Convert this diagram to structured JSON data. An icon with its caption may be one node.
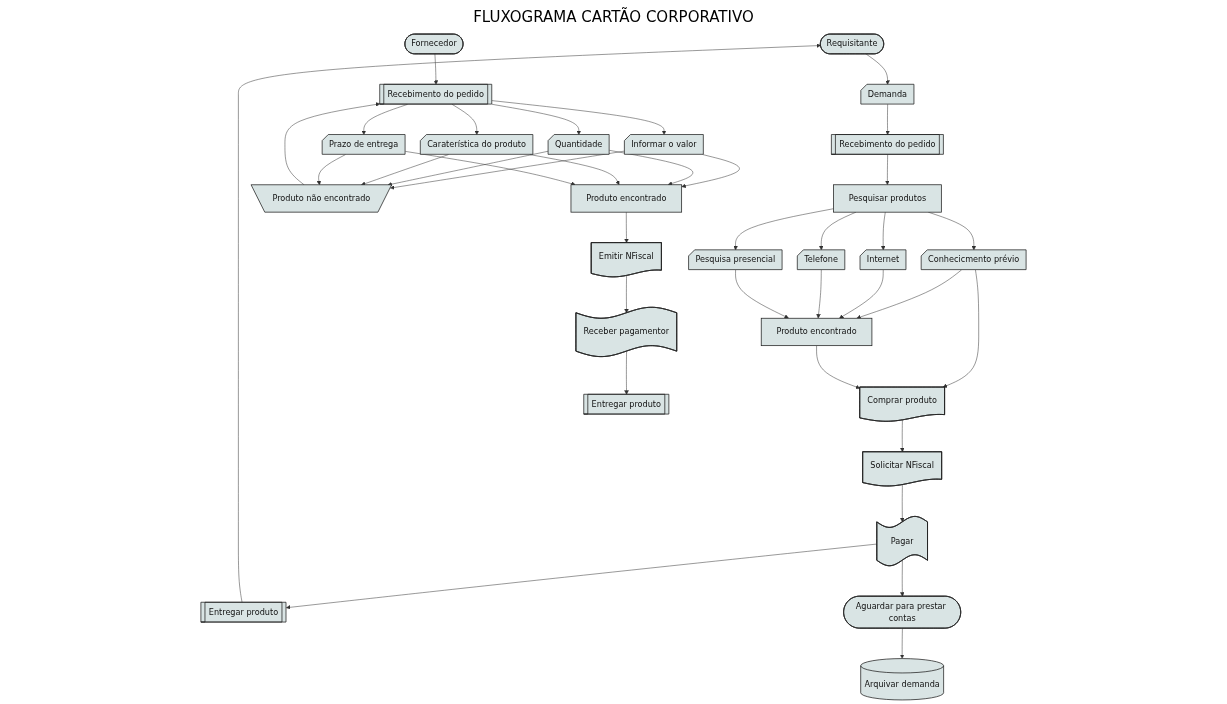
{
  "diagram": {
    "title": "FLUXOGRAMA CARTÃO CORPORATIVO",
    "nodes": [
      {
        "text": [
          "Requisitante"
        ]
      },
      {
        "text": [
          "Demanda"
        ]
      },
      {
        "text": [
          "Recebimento do pedido"
        ]
      },
      {
        "text": [
          "Pesquisar produtos"
        ]
      },
      {
        "text": [
          "Conhecicmento prévio"
        ]
      },
      {
        "text": [
          "Internet"
        ]
      },
      {
        "text": [
          "Telefone"
        ]
      },
      {
        "text": [
          "Pesquisa presencial"
        ]
      },
      {
        "text": [
          "Produto encontrado"
        ]
      },
      {
        "text": [
          "Comprar produto"
        ]
      },
      {
        "text": [
          "Solicitar NFiscal"
        ]
      },
      {
        "text": [
          "Pagar"
        ]
      },
      {
        "text": [
          "Entregar produto"
        ]
      },
      {
        "text": [
          "Aguardar para prestar contas"
        ]
      },
      {
        "text": [
          "Arquivar demanda"
        ]
      },
      {
        "text": [
          "Fornecedor"
        ]
      },
      {
        "text": [
          "Recebimento do pedido"
        ]
      },
      {
        "text": [
          "Informar o valor"
        ]
      },
      {
        "text": [
          "Quantidade"
        ]
      },
      {
        "text": [
          "Caraterística do produto"
        ]
      },
      {
        "text": [
          "Prazo de entrega"
        ]
      },
      {
        "text": [
          "Produto não encontrado"
        ]
      },
      {
        "text": [
          "Produto encontrado"
        ]
      },
      {
        "text": [
          "Emitir NFiscal"
        ]
      },
      {
        "text": [
          "Receber pagamentor"
        ]
      },
      {
        "text": [
          "Entregar produto"
        ]
      }
    ],
    "edges": [
      {
        "from": 0,
        "to": 1,
        "arrow": "to"
      },
      {
        "from": 1,
        "to": 2,
        "arrow": "to"
      },
      {
        "from": 2,
        "to": 3,
        "arrow": "to"
      },
      {
        "from": 3,
        "to": 4,
        "arrow": "to"
      },
      {
        "from": 3,
        "to": 5,
        "arrow": "to"
      },
      {
        "from": 3,
        "to": 6,
        "arrow": "to"
      },
      {
        "from": 3,
        "to": 7,
        "arrow": "to"
      },
      {
        "from": 4,
        "to": 8,
        "arrow": "to"
      },
      {
        "from": 4,
        "to": 9,
        "arrow": "to"
      },
      {
        "from": 5,
        "to": 8,
        "arrow": "to"
      },
      {
        "from": 6,
        "to": 8,
        "arrow": "to"
      },
      {
        "from": 7,
        "to": 8,
        "arrow": "to"
      },
      {
        "from": 8,
        "to": 9,
        "arrow": "to"
      },
      {
        "from": 9,
        "to": 10,
        "arrow": "to"
      },
      {
        "from": 10,
        "to": 11,
        "arrow": "to"
      },
      {
        "from": 11,
        "to": 12,
        "arrow": "to"
      },
      {
        "from": 12,
        "to": 0,
        "arrow": "to"
      },
      {
        "from": 11,
        "to": 13,
        "arrow": "to"
      },
      {
        "from": 13,
        "to": 14,
        "arrow": "to"
      },
      {
        "from": 15,
        "to": 16,
        "arrow": "to"
      },
      {
        "from": 21,
        "to": 16,
        "arrow": "to"
      },
      {
        "from": 16,
        "to": 17,
        "arrow": "to"
      },
      {
        "from": 16,
        "to": 18,
        "arrow": "to"
      },
      {
        "from": 16,
        "to": 19,
        "arrow": "to"
      },
      {
        "from": 16,
        "to": 20,
        "arrow": "to"
      },
      {
        "from": 17,
        "to": 21,
        "arrow": "to"
      },
      {
        "from": 17,
        "to": 22,
        "arrow": "to"
      },
      {
        "from": 18,
        "to": 21,
        "arrow": "to"
      },
      {
        "from": 18,
        "to": 22,
        "arrow": "to"
      },
      {
        "from": 19,
        "to": 21,
        "arrow": "to"
      },
      {
        "from": 19,
        "to": 22,
        "arrow": "to"
      },
      {
        "from": 20,
        "to": 21,
        "arrow": "to"
      },
      {
        "from": 20,
        "to": 22,
        "arrow": "to"
      },
      {
        "from": 22,
        "to": 23,
        "arrow": "to"
      },
      {
        "from": 23,
        "to": 24,
        "arrow": "to"
      },
      {
        "from": 24,
        "to": 25,
        "arrow": "to"
      }
    ]
  }
}
